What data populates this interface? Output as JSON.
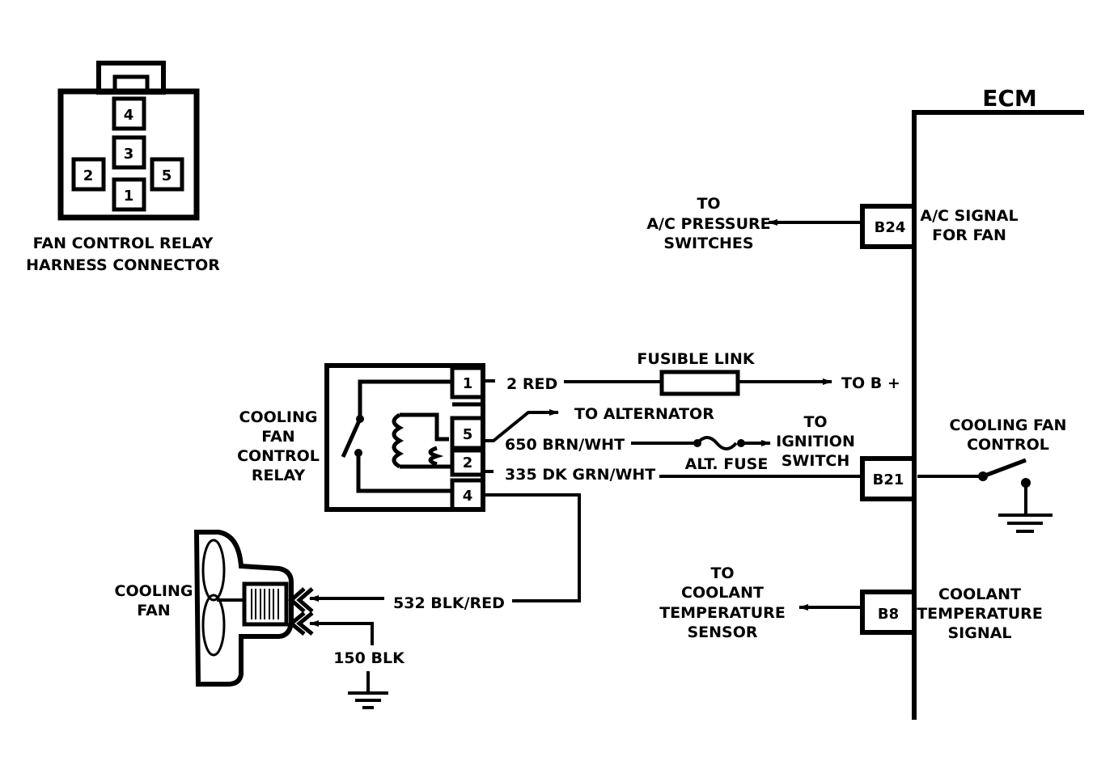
{
  "diagram": {
    "title": "Cooling Fan Control Circuit",
    "harness_connector": {
      "label_line1": "FAN CONTROL RELAY",
      "label_line2": "HARNESS CONNECTOR",
      "pins": [
        "4",
        "3",
        "2",
        "1",
        "5"
      ]
    },
    "relay": {
      "label_lines": [
        "COOLING",
        "FAN",
        "CONTROL",
        "RELAY"
      ],
      "pins": [
        "1",
        "5",
        "2",
        "4"
      ]
    },
    "wires": {
      "pin1": "2 RED",
      "pin5": "650 BRN/WHT",
      "pin2": "335 DK GRN/WHT",
      "pin4": "532  BLK/RED",
      "fan_ground": "150 BLK"
    },
    "components": {
      "fusible_link": "FUSIBLE LINK",
      "alt_fuse": "ALT. FUSE",
      "to_b_plus": "TO B +",
      "to_alternator": "TO ALTERNATOR",
      "to_ignition": [
        "TO",
        "IGNITION",
        "SWITCH"
      ]
    },
    "ecm": {
      "label": "ECM",
      "terminals": {
        "b24": "B24",
        "b21": "B21",
        "b8": "B8"
      },
      "b24_signal": [
        "A/C SIGNAL",
        "FOR FAN"
      ],
      "b24_dest": [
        "TO",
        "A/C PRESSURE",
        "SWITCHES"
      ],
      "b21_control": [
        "COOLING FAN",
        "CONTROL"
      ],
      "b8_signal": [
        "COOLANT",
        "TEMPERATURE",
        "SIGNAL"
      ],
      "b8_dest": [
        "TO",
        "COOLANT",
        "TEMPERATURE",
        "SENSOR"
      ]
    },
    "fan": {
      "label_lines": [
        "COOLING",
        "FAN"
      ]
    }
  }
}
